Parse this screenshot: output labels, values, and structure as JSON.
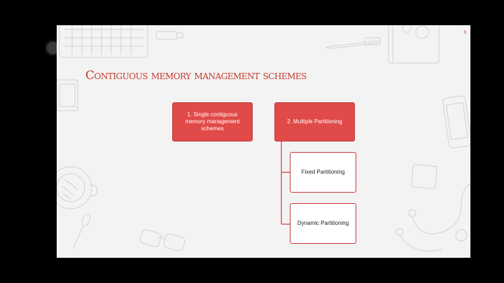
{
  "slide": {
    "title": "Contiguous memory management schemes",
    "page_number": "9"
  },
  "diagram": {
    "node_single": "1.  Single contiguous memory management schemes",
    "node_multiple": "2.  Multiple Partitioning",
    "node_fixed": "Fixed Partitioning",
    "node_dynamic": "Dynamic Partitioning"
  },
  "colors": {
    "primary_box": "#e04a48",
    "border": "#c8383a",
    "title": "#c0392b",
    "slide_bg": "#f4f3f3"
  },
  "decorations": [
    "keyboard-icon",
    "usb-drive-icon",
    "pen-icon",
    "notebook-icon",
    "photo-frame-icon",
    "smartphone-icon",
    "coffee-cup-icon",
    "spoon-icon",
    "glasses-icon",
    "sticky-note-icon",
    "earphones-icon"
  ]
}
